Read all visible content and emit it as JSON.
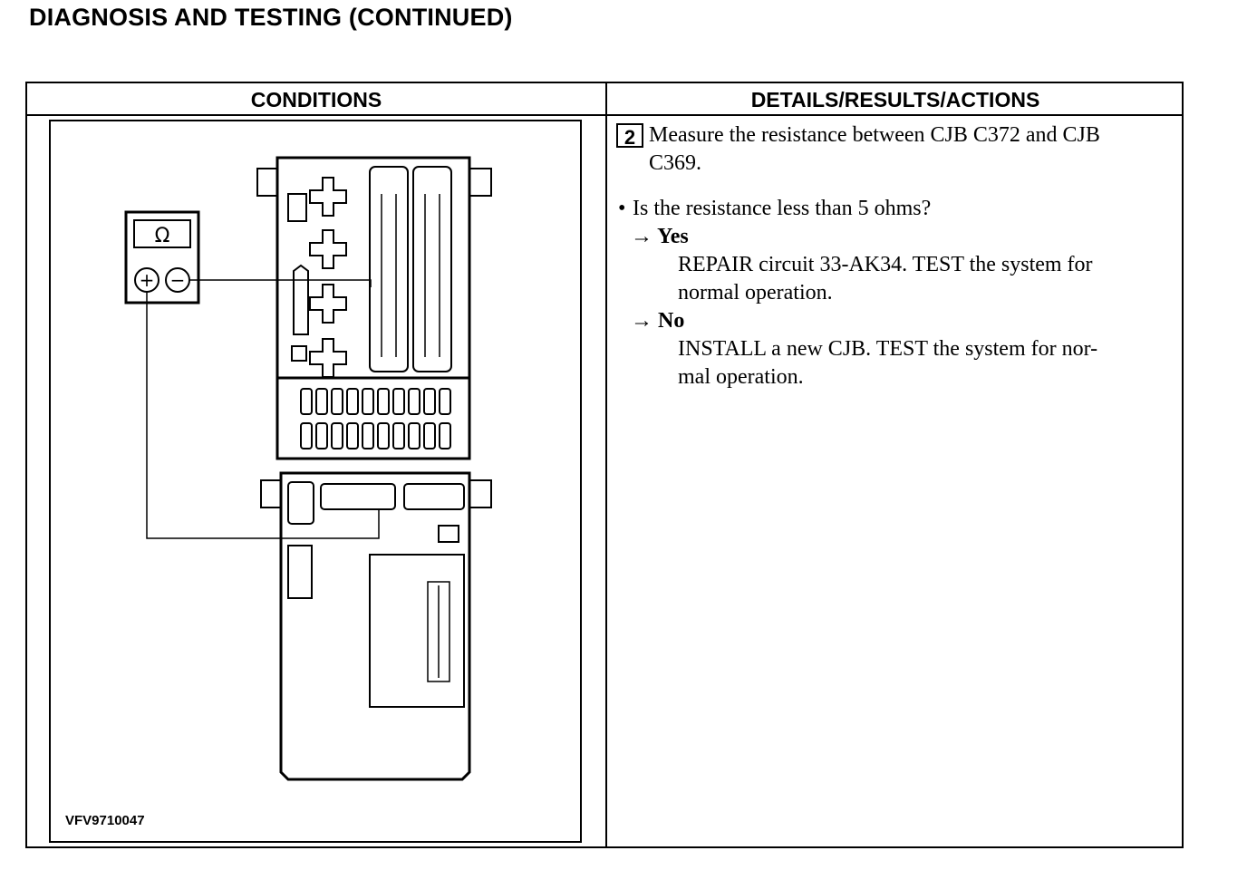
{
  "page": {
    "title": "DIAGNOSIS AND TESTING (CONTINUED)"
  },
  "table": {
    "conditions_header": "CONDITIONS",
    "details_header": "DETAILS/RESULTS/ACTIONS"
  },
  "figure": {
    "meter_symbol": "Ω",
    "plus_symbol": "+",
    "minus_symbol": "−",
    "figure_id": "VFV9710047",
    "icons": [
      "ohmmeter-icon",
      "fuse-junction-box-icon",
      "connector-block-icon"
    ]
  },
  "step": {
    "number": "2",
    "instruction_line1": "Measure the resistance between CJB C372 and CJB",
    "instruction_line2": "C369.",
    "question_bullet": "•",
    "question": "Is the resistance less than 5 ohms?",
    "yes_arrow": "→",
    "yes_label": "Yes",
    "yes_line1": "REPAIR circuit 33-AK34. TEST the system for",
    "yes_line2": "normal operation.",
    "no_arrow": "→",
    "no_label": "No",
    "no_line1": "INSTALL a new CJB. TEST the system for nor-",
    "no_line2": "mal operation."
  }
}
